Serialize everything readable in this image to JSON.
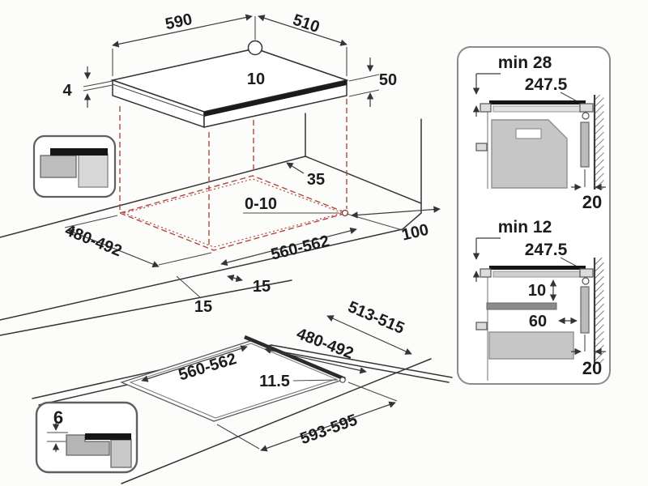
{
  "title": "Built-in hob installation dimensions diagram",
  "colors": {
    "line": "#343434",
    "red_dashed": "#b0493f",
    "black_fill": "#151515",
    "gray_fill": "#c6c6c6",
    "gray_mid": "#b5b5b5",
    "gray_light": "#dcdcdc",
    "dark_bar": "#8a8a8a",
    "panel_border": "#8a8a8a",
    "background": "#fcfcfb"
  },
  "iso_view": {
    "width": "590",
    "depth": "510",
    "hole": "10",
    "glass_thickness": "4",
    "body_height": "50"
  },
  "cutout_view": {
    "rear_clearance": "35",
    "reveal": "0-10",
    "cut_depth": "480-492",
    "front_gap_left": "15",
    "front_gap_right": "15",
    "cut_width": "560-562",
    "side_clearance": "100"
  },
  "flush_view": {
    "step_depth": "513-515",
    "cut_depth": "480-492",
    "cut_width": "560-562",
    "lip": "11.5",
    "step_width": "593-595"
  },
  "flush_inset": {
    "glass_thickness": "6"
  },
  "side_view_top": {
    "min_clearance": "min 28",
    "center_distance": "247.5",
    "wall_gap": "20"
  },
  "side_view_bottom": {
    "min_clearance": "min 12",
    "center_distance": "247.5",
    "shelf_gap": "10",
    "shelf_depth": "60",
    "wall_gap": "20"
  }
}
